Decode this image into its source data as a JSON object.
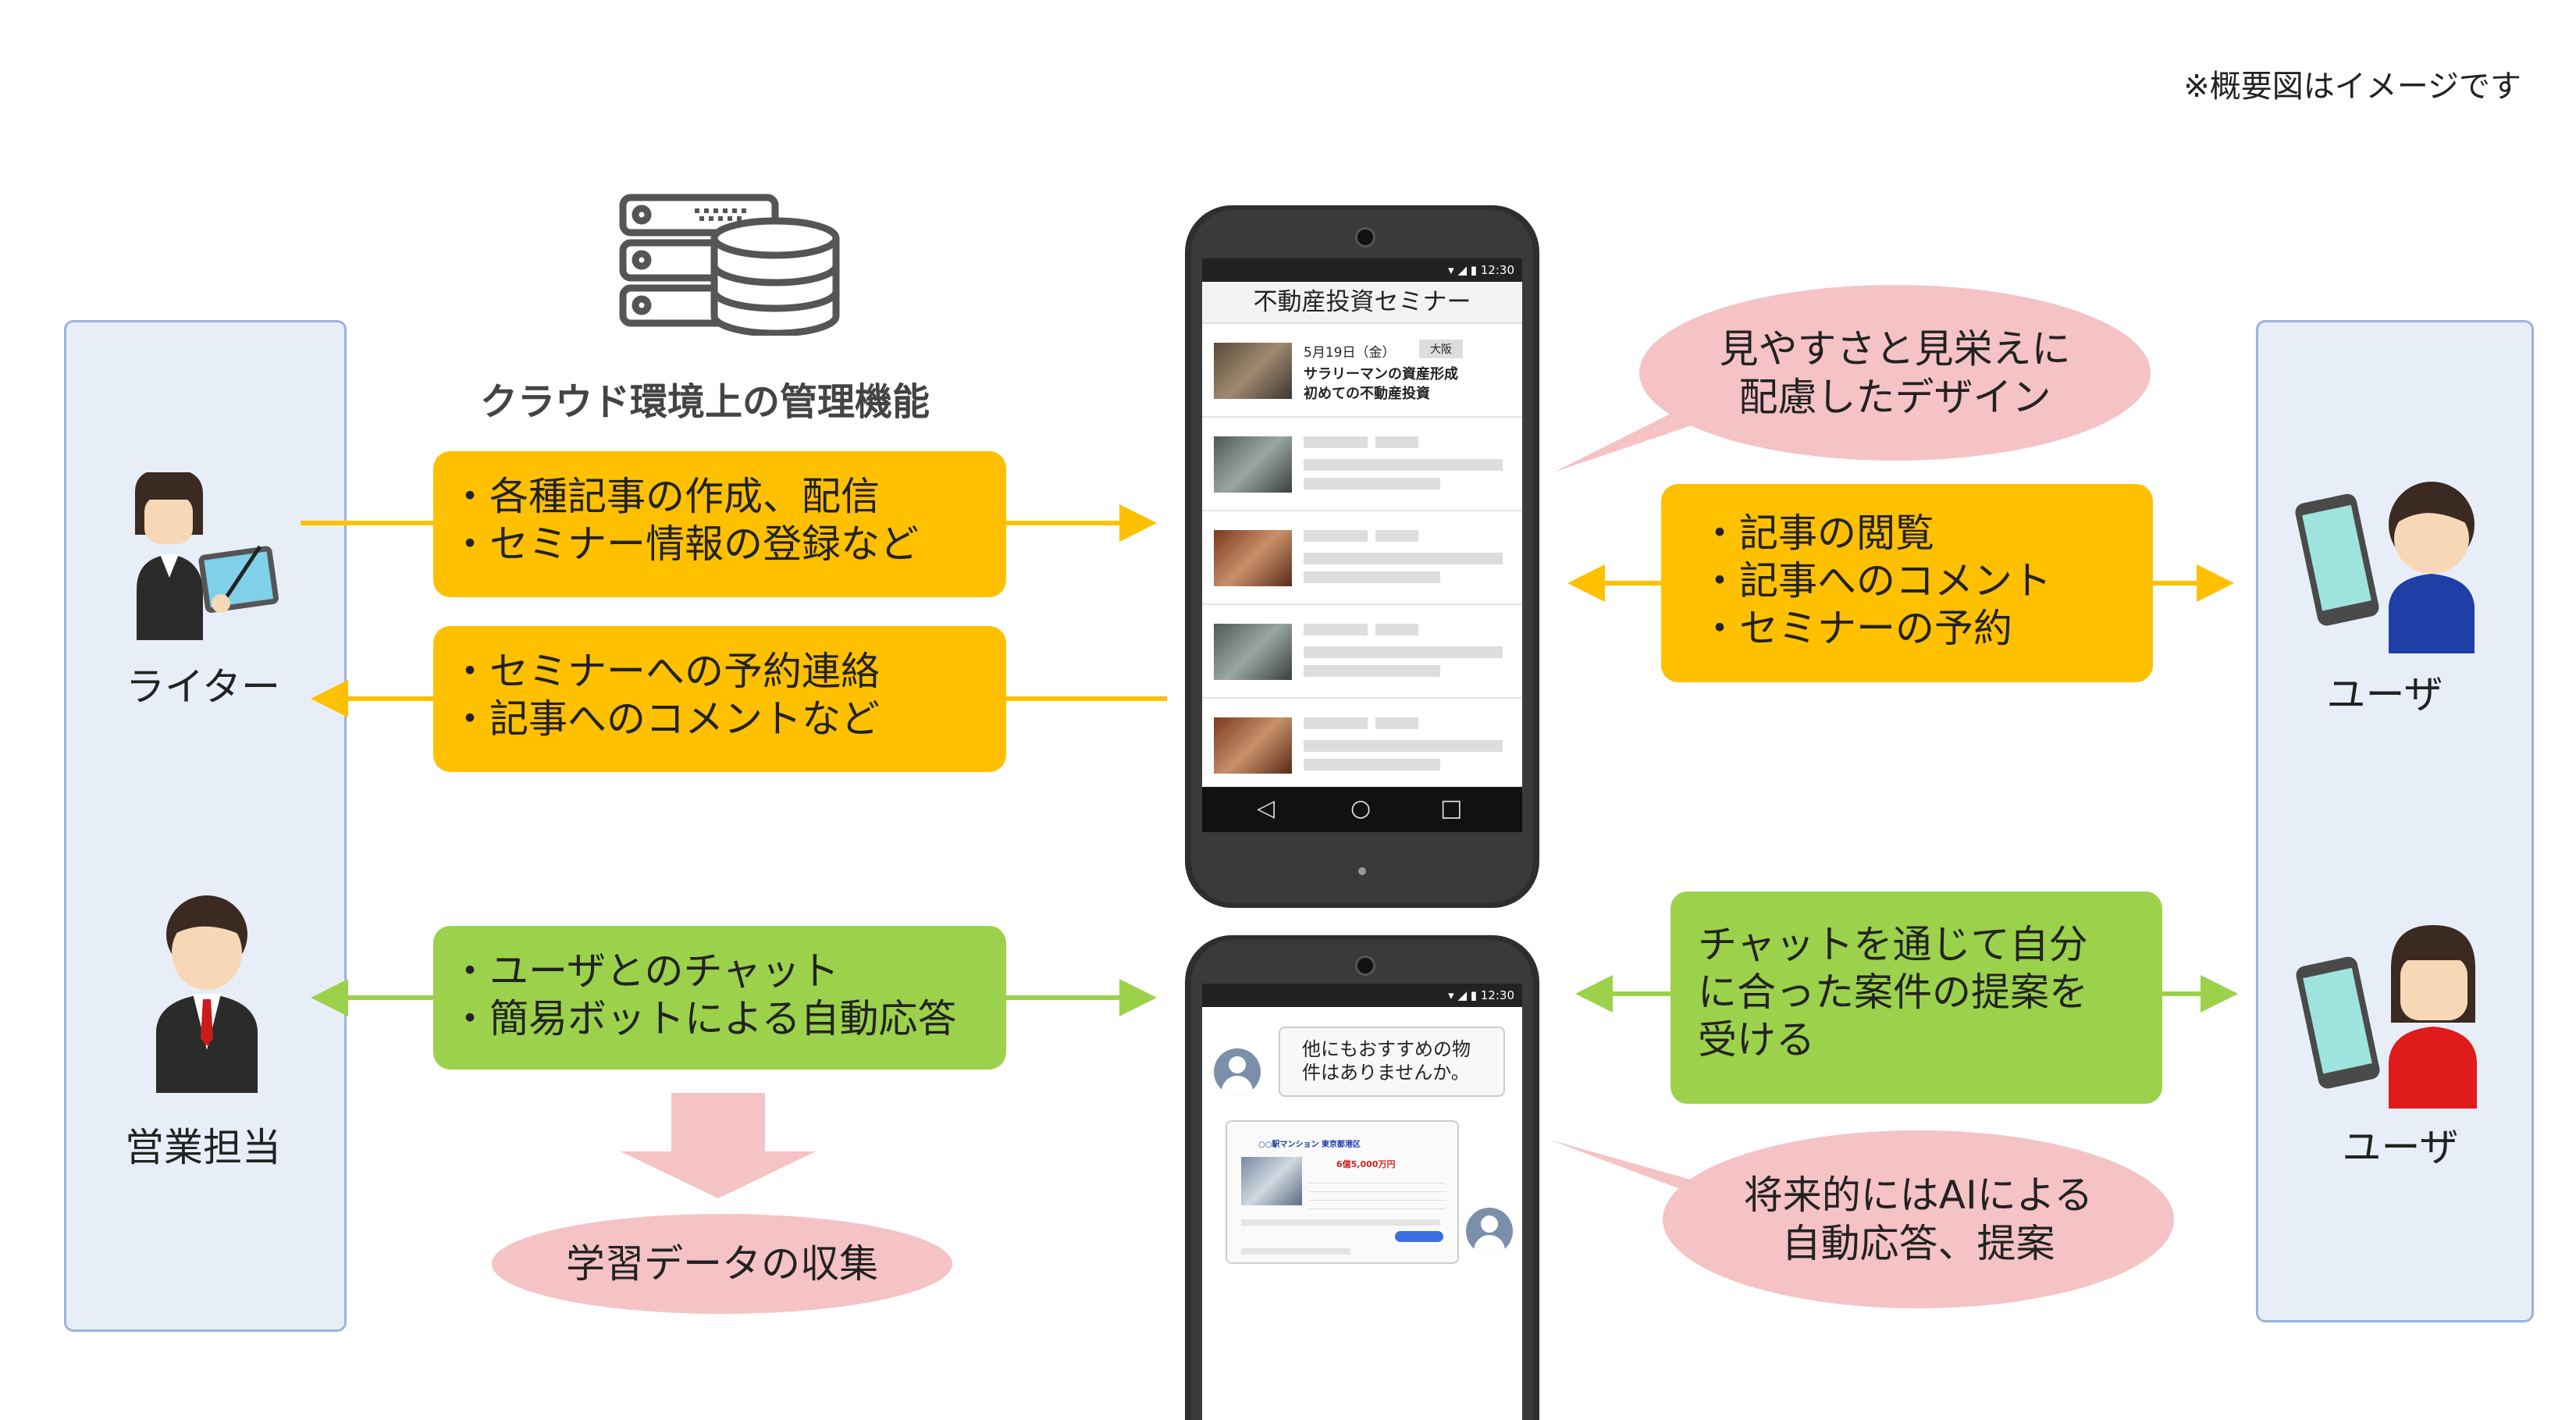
{
  "note": "※概要図はイメージです",
  "cloud": {
    "title": "クラウド環境上の管理機能",
    "icon": "server-database-icon"
  },
  "left_roles": {
    "writer": "ライター",
    "sales": "営業担当"
  },
  "right_roles": {
    "user1": "ユーザ",
    "user2": "ユーザ"
  },
  "boxes": {
    "writer_out": [
      "・各種記事の作成、配信",
      "・セミナー情報の登録など"
    ],
    "writer_in": [
      "・セミナーへの予約連絡",
      "・記事へのコメントなど"
    ],
    "user_article": [
      "・記事の閲覧",
      "・記事へのコメント",
      "・セミナーの予約"
    ],
    "sales_chat": [
      "・ユーザとのチャット",
      "・簡易ボットによる自動応答"
    ],
    "user_chat": [
      "チャットを通じて自分",
      "に合った案件の提案を",
      "受ける"
    ]
  },
  "bubbles": {
    "design": [
      "見やすさと見栄えに",
      "配慮したデザイン"
    ],
    "ai": [
      "将来的にはAIによる",
      "自動応答、提案"
    ],
    "learning": "学習データの収集"
  },
  "phone1": {
    "status_time": "12:30",
    "app_title": "不動産投資セミナー",
    "first_item": {
      "date": "5月19日（金）",
      "tag": "大阪",
      "title1": "サラリーマンの資産形成",
      "title2": "初めての不動産投資"
    }
  },
  "phone2": {
    "status_time": "12:30",
    "message": [
      "他にもおすすめの物",
      "件はありませんか。"
    ],
    "card_title": "○○駅マンション 東京都港区",
    "card_price": "6億5,000万円"
  },
  "colors": {
    "orange": "#ffc000",
    "green": "#9cd14b",
    "pink": "#f5c2c6",
    "panel": "#e8eef8"
  }
}
